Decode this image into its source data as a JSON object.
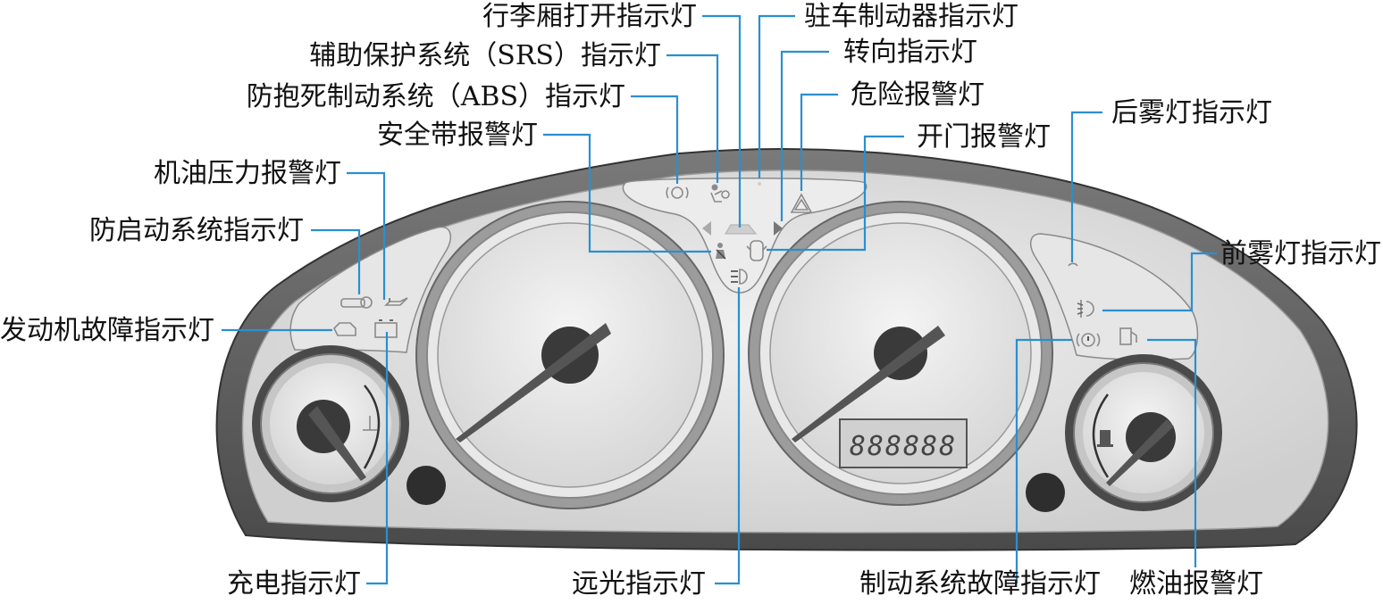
{
  "labels": {
    "trunk_open": "行李厢打开指示灯",
    "parking_brake": "驻车制动器指示灯",
    "srs": "辅助保护系统（SRS）指示灯",
    "turn_signal": "转向指示灯",
    "abs": "防抱死制动系统（ABS）指示灯",
    "hazard": "危险报警灯",
    "seat_belt": "安全带报警灯",
    "door_open": "开门报警灯",
    "rear_fog": "后雾灯指示灯",
    "oil_pressure": "机油压力报警灯",
    "immobilizer": "防启动系统指示灯",
    "front_fog": "前雾灯指示灯",
    "engine_fault": "发动机故障指示灯",
    "charging": "充电指示灯",
    "high_beam": "远光指示灯",
    "brake_fault": "制动系统故障指示灯",
    "fuel_warning": "燃油报警灯"
  },
  "odometer": "888888",
  "colors": {
    "leader_line": "#2a8fd0",
    "cluster_outer": "#5a5a5a",
    "cluster_face": "#d9d9d9",
    "needle": "#555555",
    "label_text": "#111111"
  },
  "icons": [
    "abs-icon",
    "srs-icon",
    "trunk-open-icon",
    "parking-brake-icon",
    "turn-left-icon",
    "turn-right-icon",
    "hazard-icon",
    "seat-belt-icon",
    "door-open-icon",
    "high-beam-icon",
    "immobilizer-icon",
    "oil-pressure-icon",
    "engine-fault-icon",
    "battery-icon",
    "rear-fog-icon",
    "front-fog-icon",
    "brake-fault-icon",
    "fuel-icon",
    "coolant-temp-icon",
    "fuel-gauge-icon"
  ]
}
